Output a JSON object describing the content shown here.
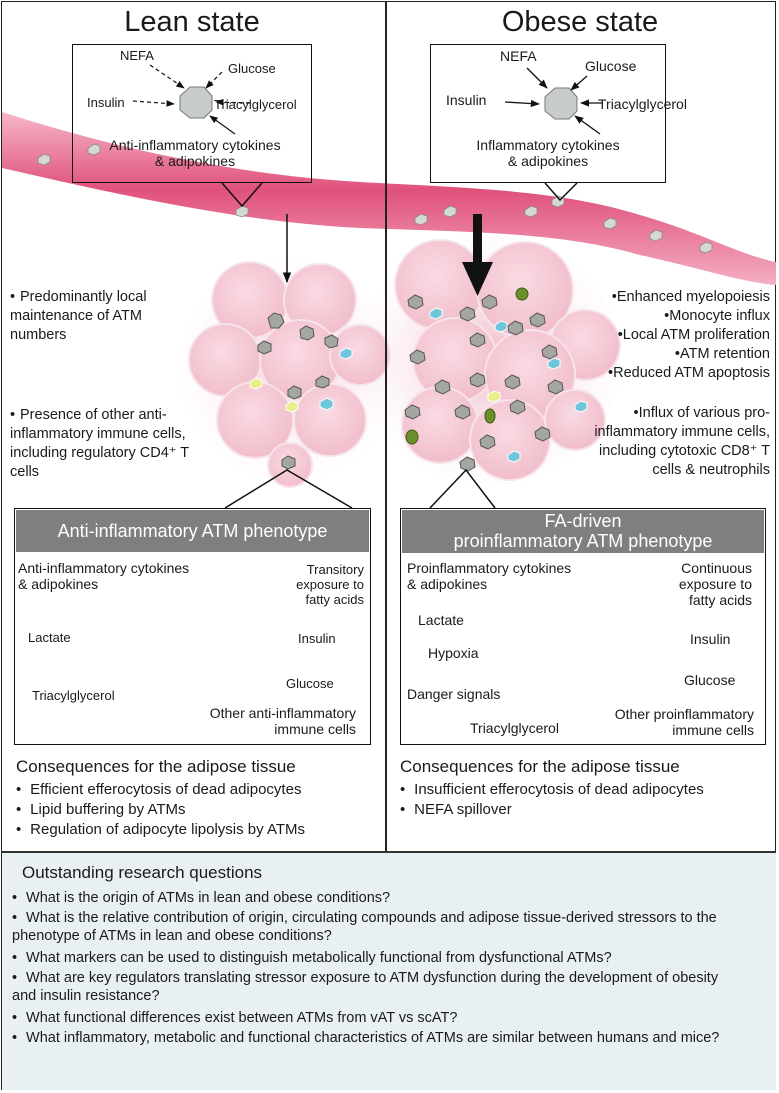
{
  "lean": {
    "title": "Lean state",
    "inputs": {
      "nefa": "NEFA",
      "glucose": "Glucose",
      "insulin": "Insulin",
      "tag": "Triacylglycerol",
      "cytokines": "Anti-inflammatory cytokines\n& adipokines"
    },
    "bullets": [
      "Predominantly local maintenance of ATM numbers",
      "Presence of other anti-inflammatory immune cells, including regulatory CD4⁺ T cells"
    ],
    "phenotype": {
      "title": "Anti-inflammatory ATM phenotype",
      "cytokines": "Anti-inflammatory cytokines\n& adipokines",
      "fatty_acids": "Transitory\nexposure to\nfatty acids",
      "lactate": "Lactate",
      "insulin": "Insulin",
      "tag": "Triacylglycerol",
      "glucose": "Glucose",
      "other": "Other anti-inflammatory\nimmune cells"
    },
    "consequences": {
      "title": "Consequences for the adipose tissue",
      "items": [
        "Efficient efferocytosis of dead adipocytes",
        "Lipid buffering by ATMs",
        "Regulation of adipocyte lipolysis by ATMs"
      ]
    }
  },
  "obese": {
    "title": "Obese state",
    "inputs": {
      "nefa": "NEFA",
      "glucose": "Glucose",
      "insulin": "Insulin",
      "tag": "Triacylglycerol",
      "cytokines": "Inflammatory cytokines\n& adipokines"
    },
    "bullets": [
      "Enhanced myelopoiesis",
      "Monocyte influx",
      "Local ATM proliferation",
      "ATM retention",
      "Reduced ATM apoptosis",
      "Influx of various pro-inflammatory immune cells, including cytotoxic CD8⁺ T cells & neutrophils"
    ],
    "phenotype": {
      "title": "FA-driven\nproinflammatory ATM phenotype",
      "cytokines": "Proinflammatory cytokines\n& adipokines",
      "fatty_acids": "Continuous\nexposure to\nfatty acids",
      "lactate": "Lactate",
      "insulin": "Insulin",
      "hypoxia": "Hypoxia",
      "glucose": "Glucose",
      "danger": "Danger signals",
      "tag": "Triacylglycerol",
      "other": "Other proinflammatory\nimmune cells"
    },
    "consequences": {
      "title": "Consequences for the adipose tissue",
      "items": [
        "Insufficient efferocytosis of dead adipocytes",
        "NEFA spillover"
      ]
    }
  },
  "questions": {
    "title": "Outstanding research questions",
    "items": [
      "What is the origin of ATMs in lean and obese conditions?",
      "What is the relative contribution of origin, circulating compounds and adipose tissue-derived stressors to the phenotype of ATMs in lean and obese conditions?",
      "What markers can be used to distinguish metabolically functional from dysfunctional ATMs?",
      "What are key regulators translating stressor exposure to ATM dysfunction during the development of obesity and insulin resistance?",
      "What functional differences exist between ATMs from vAT vs scAT?",
      "What inflammatory, metabolic and functional characteristics of ATMs are similar between humans and mice?"
    ]
  },
  "colors": {
    "vessel": "#e0517b",
    "adipocyte": "#f3c3cf",
    "macrophage": "#8c8f8a",
    "tcell_blue": "#6ec6dc",
    "tcell_yellow": "#e9ee8a",
    "neutrophil_green": "#6b8f2a",
    "header_gray": "#7d807e",
    "questions_bg": "#e9f0f4"
  }
}
